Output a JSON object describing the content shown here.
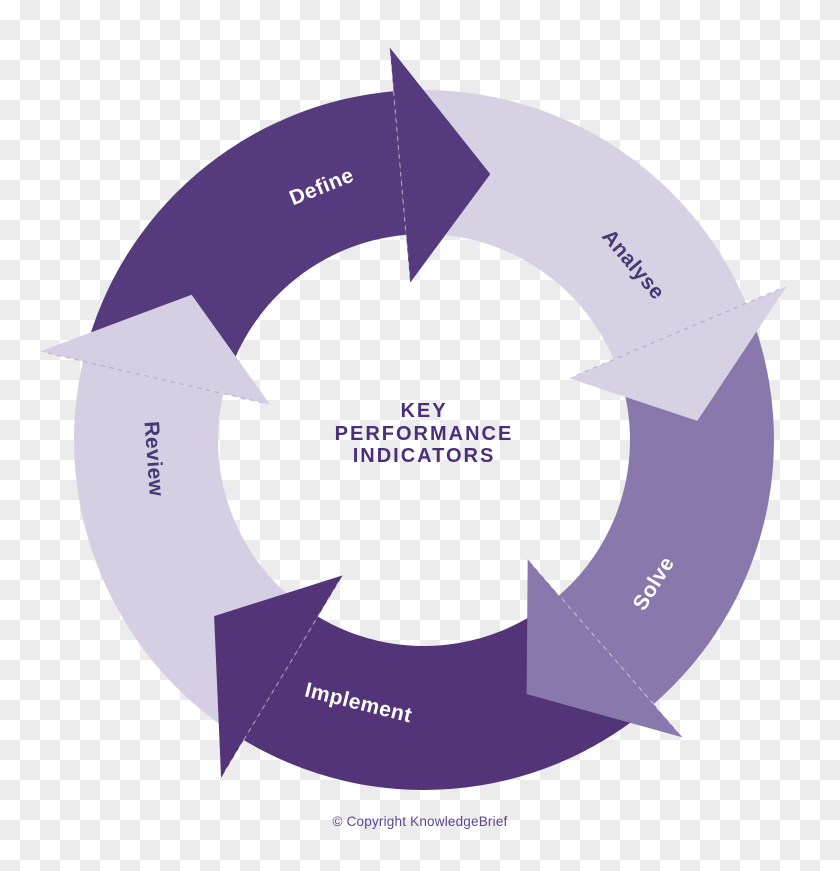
{
  "diagram": {
    "title_lines": [
      "KEY",
      "PERFORMANCE",
      "INDICATORS"
    ],
    "title_color": "#4b2f7a",
    "steps": [
      {
        "label": "Define",
        "fill": "#553b7d",
        "label_color": "#ffffff"
      },
      {
        "label": "Analyse",
        "fill": "#d7d1e4",
        "label_color": "#453a75"
      },
      {
        "label": "Solve",
        "fill": "#8878ab",
        "label_color": "#ffffff"
      },
      {
        "label": "Implement",
        "fill": "#543478",
        "label_color": "#ffffff"
      },
      {
        "label": "Review",
        "fill": "#d6cfe3",
        "label_color": "#453a75"
      }
    ]
  },
  "footer": {
    "copyright_text": "© Copyright KnowledgeBrief",
    "color": "#5e4493"
  },
  "background": {
    "checker_light": "#ffffff",
    "checker_dark": "#ececec"
  }
}
